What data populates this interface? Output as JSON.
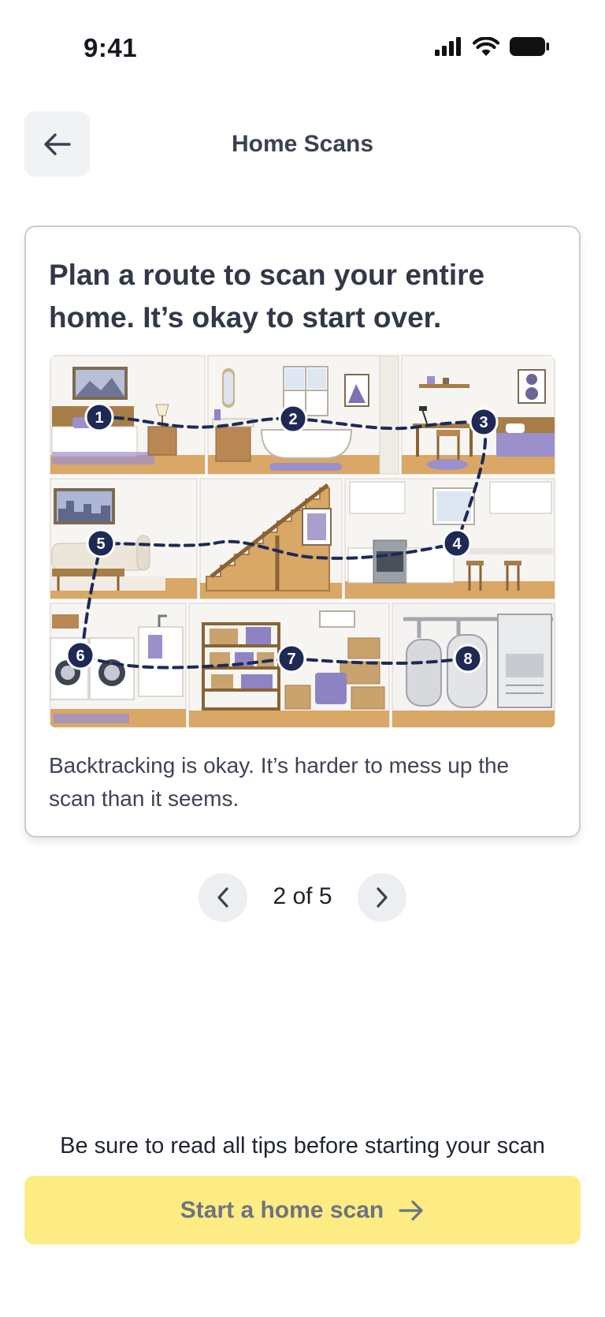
{
  "status_bar": {
    "time": "9:41",
    "icons": [
      "signal-icon",
      "wifi-icon",
      "battery-icon"
    ]
  },
  "header": {
    "title": "Home Scans",
    "back_icon": "arrow-left-icon"
  },
  "tip_card": {
    "heading": "Plan a route to scan your entire home. It’s okay to start over.",
    "body": "Backtracking is okay. It’s harder to mess up the scan than it seems.",
    "route_stops": [
      "1",
      "2",
      "3",
      "4",
      "5",
      "6",
      "7",
      "8"
    ]
  },
  "pager": {
    "label": "2 of 5",
    "prev_icon": "chevron-left-icon",
    "next_icon": "chevron-right-icon"
  },
  "footer": {
    "note": "Be sure to read all tips before starting your scan",
    "start_label": "Start a home scan",
    "start_icon": "arrow-right-icon"
  },
  "colors": {
    "accent_button": "#fdec84",
    "route_line": "#1e2a55",
    "room_lavender": "#9b90cc",
    "wood": "#c9974f"
  }
}
